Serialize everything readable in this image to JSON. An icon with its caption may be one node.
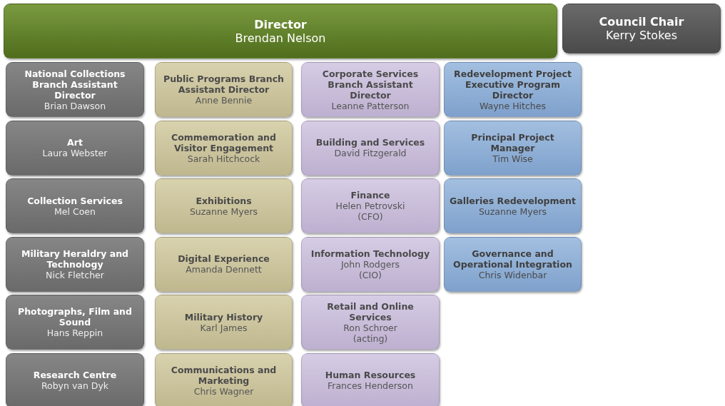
{
  "diagram": {
    "nodes": [
      {
        "text": [
          "Director",
          "Brendan Nelson"
        ]
      },
      {
        "text": [
          "Council Chair",
          "Kerry Stokes"
        ]
      },
      {
        "text": [
          "National Collections Branch Assistant Director",
          "Brian Dawson"
        ]
      },
      {
        "text": [
          "Art",
          "Laura Webster"
        ]
      },
      {
        "text": [
          "Collection Services",
          "Mel Coen"
        ]
      },
      {
        "text": [
          "Military Heraldry and Technology",
          "Nick Fletcher"
        ]
      },
      {
        "text": [
          "Photographs, Film and Sound",
          "Hans Reppin"
        ]
      },
      {
        "text": [
          "Research Centre",
          "Robyn van Dyk"
        ]
      },
      {
        "text": [
          "Public Programs Branch Assistant Director",
          "Anne Bennie"
        ]
      },
      {
        "text": [
          "Commemoration and Visitor Engagement",
          "Sarah Hitchcock"
        ]
      },
      {
        "text": [
          "Exhibitions",
          "Suzanne Myers"
        ]
      },
      {
        "text": [
          "Digital Experience",
          "Amanda Dennett"
        ]
      },
      {
        "text": [
          "Military History",
          "Karl James"
        ]
      },
      {
        "text": [
          "Communications and Marketing",
          "Chris Wagner"
        ]
      },
      {
        "text": [
          "Corporate Services Branch Assistant Director",
          "Leanne Patterson"
        ]
      },
      {
        "text": [
          "Building and Services",
          "David Fitzgerald"
        ]
      },
      {
        "text": [
          "Finance",
          "Helen Petrovski",
          "(CFO)"
        ]
      },
      {
        "text": [
          "Information Technology",
          "John Rodgers",
          "(CIO)"
        ]
      },
      {
        "text": [
          "Retail and Online Services",
          "Ron Schroer",
          "(acting)"
        ]
      },
      {
        "text": [
          "Human Resources",
          "Frances Henderson"
        ]
      },
      {
        "text": [
          "Redevelopment Project Executive Program Director",
          "Wayne Hitches"
        ]
      },
      {
        "text": [
          "Principal Project Manager",
          "Tim Wise"
        ]
      },
      {
        "text": [
          "Galleries Redevelopment",
          "Suzanne Myers"
        ]
      },
      {
        "text": [
          "Governance and Operational Integration",
          "Chris Widenbar"
        ]
      }
    ]
  }
}
